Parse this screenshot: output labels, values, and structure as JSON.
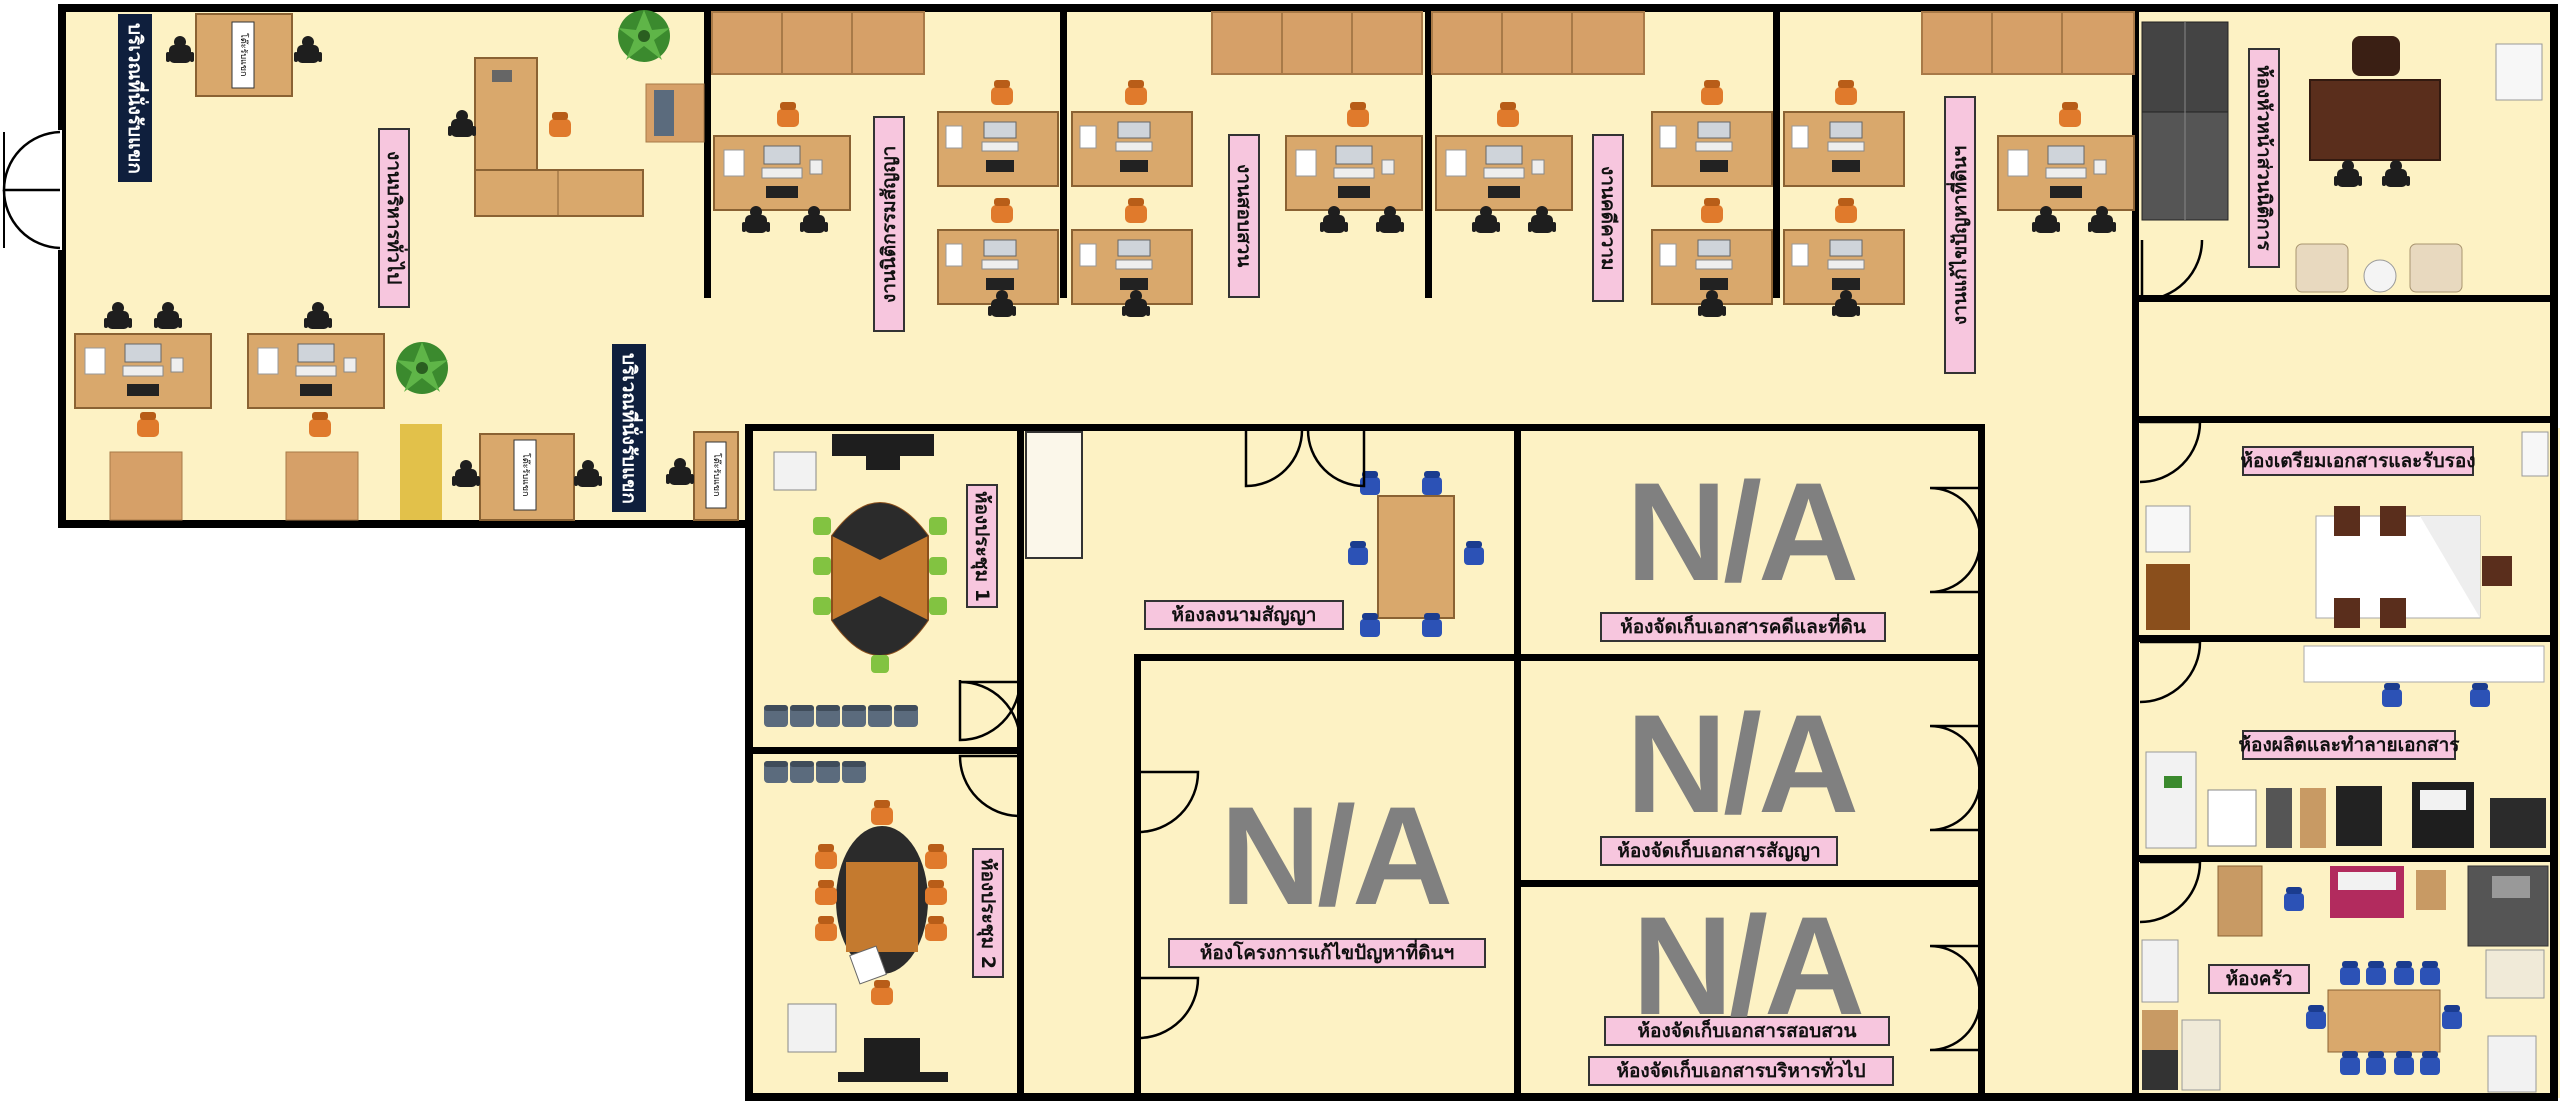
{
  "labels": {
    "reception_area": "บริเวณที่นั่งรับแขก",
    "general_admin": "งานบริหารทั่วไป",
    "legal_work": "งานนิติกรรมสัญญา",
    "investigation": "งานสอบสวน",
    "litigation": "งานคดีความ",
    "land_dispute": "งานแก้ไขปัญหาที่ดินฯ",
    "head_legal_office": "ห้องหัวหน้าส่วนนิติการ",
    "meeting_1": "ห้องประชุม 1",
    "meeting_2": "ห้องประชุม 2",
    "signing_room": "ห้องลงนามสัญญา",
    "doc_prep_room": "ห้องเตรียมเอกสารและรับรอง",
    "print_room": "ห้องผลิตและทำลายเอกสาร",
    "kitchen": "ห้องครัว",
    "land_project_room": "ห้องโครงการแก้ไขปัญหาที่ดินฯ",
    "store_case_land": "ห้องจัดเก็บเอกสารคดีและที่ดิน",
    "store_contract": "ห้องจัดเก็บเอกสารสัญญา",
    "store_investigation": "ห้องจัดเก็บเอกสารสอบสวน",
    "store_general": "ห้องจัดเก็บเอกสารบริหารทั่วไป",
    "na": "N/A",
    "plaque": "โต๊ะรับแขก"
  },
  "colors": {
    "floor": "#fdf2c4",
    "wall": "#000000",
    "desk": "#d9a86c",
    "cabinet": "#c89a64",
    "chair_black": "#1e1e1e",
    "chair_orange": "#e07a2c",
    "chair_blue": "#2c52b6",
    "chair_green": "#82c341",
    "chair_slate": "#5b6b7d",
    "label_pink": "#f7c6de",
    "label_navy": "#0f1f3d",
    "na_gray": "#808080",
    "plant": "#3b8a2e"
  }
}
